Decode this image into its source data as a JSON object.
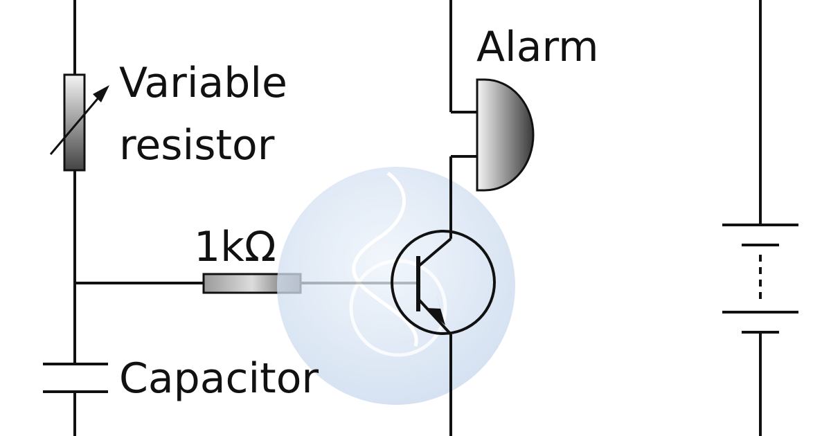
{
  "labels": {
    "alarm": "Alarm",
    "variable_resistor_line1": "Variable",
    "variable_resistor_line2": "resistor",
    "resistor_value": "1kΩ",
    "capacitor": "Capacitor"
  },
  "colors": {
    "wire": "#111111",
    "background": "#ffffff",
    "component_fill_dark": "#3a3a3a",
    "component_fill_light": "#f2f2f2",
    "watermark": "#cfe0f2"
  },
  "components": [
    {
      "name": "variable-resistor",
      "icon": "variable-resistor-symbol"
    },
    {
      "name": "fixed-resistor",
      "icon": "resistor-symbol"
    },
    {
      "name": "capacitor",
      "icon": "capacitor-symbol"
    },
    {
      "name": "npn-transistor",
      "icon": "transistor-symbol"
    },
    {
      "name": "alarm",
      "icon": "buzzer-symbol"
    },
    {
      "name": "battery",
      "icon": "battery-symbol"
    }
  ]
}
